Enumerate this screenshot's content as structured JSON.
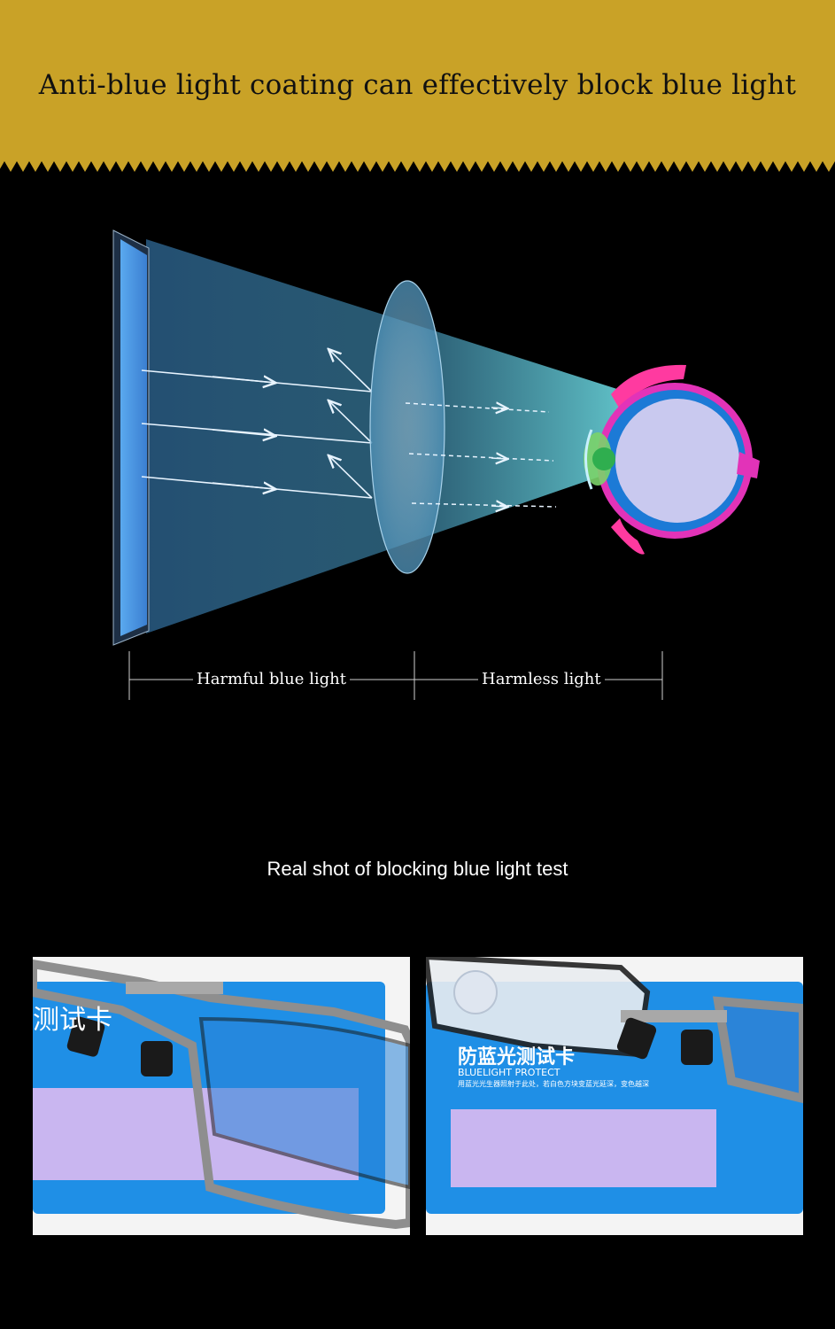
{
  "banner": {
    "headline": "Anti-blue light coating can effectively block blue light",
    "color": "#c9a227"
  },
  "diagram": {
    "label_harmful": "Harmful blue light",
    "label_harmless": "Harmless light"
  },
  "test": {
    "caption": "Real shot of blocking blue light test",
    "card_title_cn": "防蓝光测试卡",
    "card_title_en": "BLUELIGHT PROTECT",
    "card_note_cn": "用蓝光光生器照射于此处，若白色方块变蓝光延深，变色越深",
    "card_partial_cn": "测试卡"
  }
}
